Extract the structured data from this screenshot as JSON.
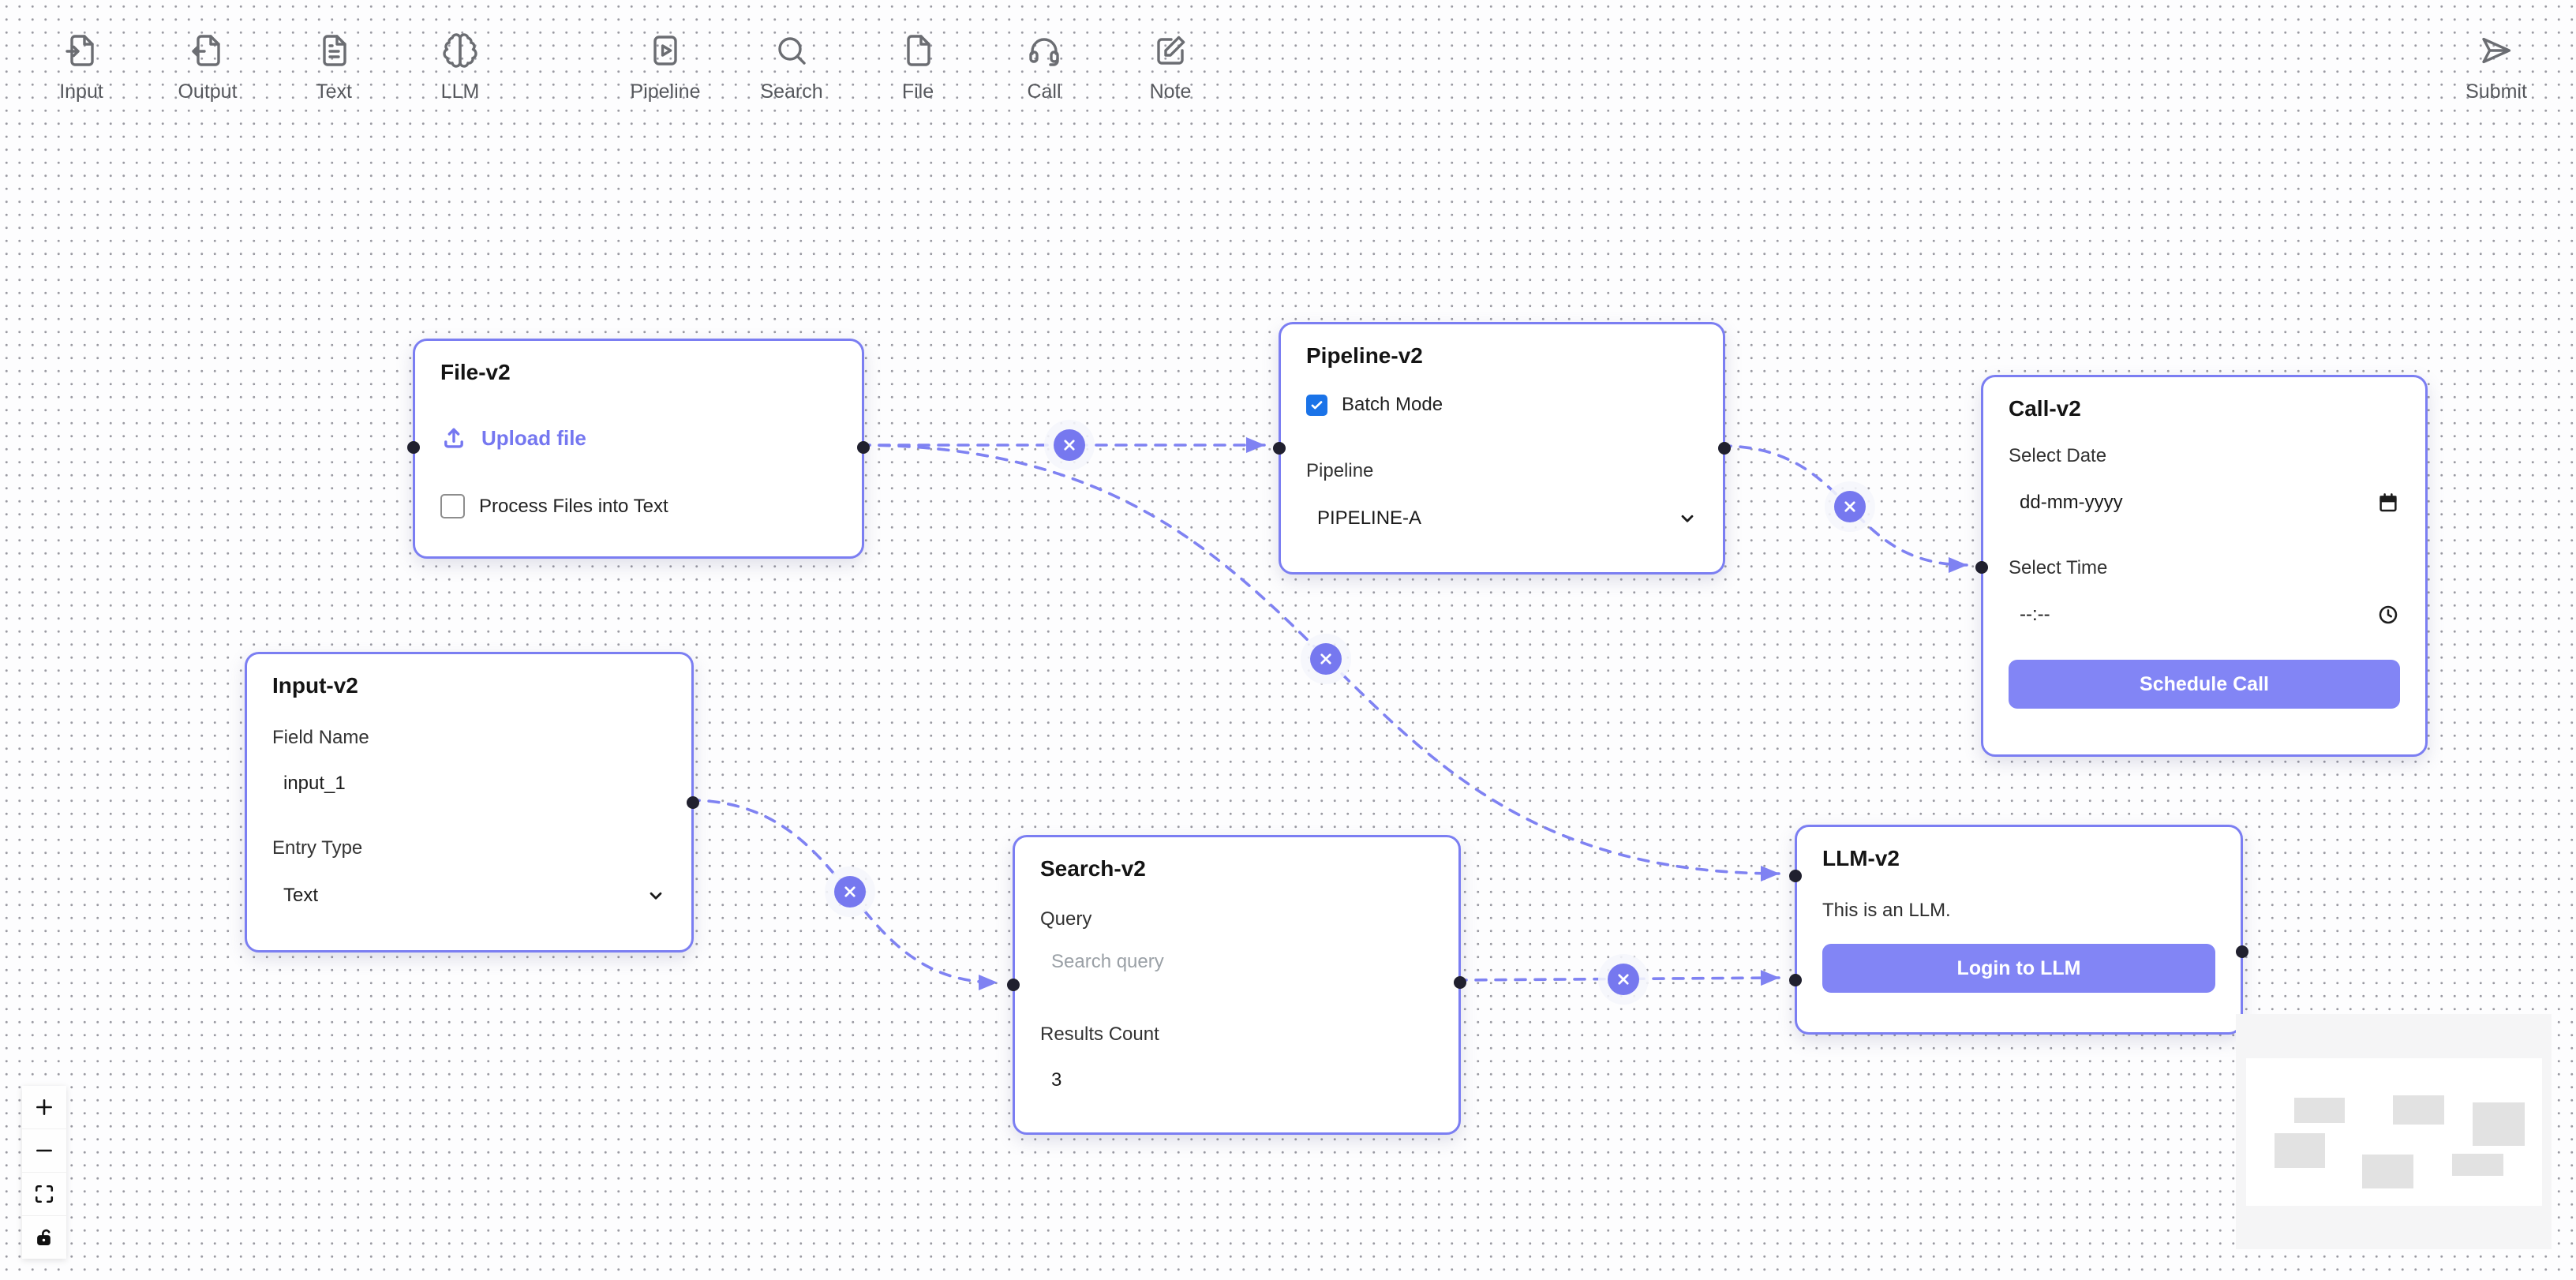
{
  "toolbar": {
    "items": [
      {
        "label": "Input",
        "icon": "file-input-icon"
      },
      {
        "label": "Output",
        "icon": "file-output-icon"
      },
      {
        "label": "Text",
        "icon": "file-text-icon"
      },
      {
        "label": "LLM",
        "icon": "brain-icon"
      },
      {
        "label": "Pipeline",
        "icon": "play-square-icon"
      },
      {
        "label": "Search",
        "icon": "magnifier-icon"
      },
      {
        "label": "File",
        "icon": "file-icon"
      },
      {
        "label": "Call",
        "icon": "headset-icon"
      },
      {
        "label": "Note",
        "icon": "note-edit-icon"
      }
    ],
    "submit_label": "Submit"
  },
  "nodes": {
    "file": {
      "title": "File-v2",
      "upload_label": "Upload file",
      "process_checkbox_label": "Process Files into Text",
      "process_checked": false
    },
    "pipeline": {
      "title": "Pipeline-v2",
      "batch_checkbox_label": "Batch Mode",
      "batch_checked": true,
      "pipeline_label": "Pipeline",
      "pipeline_value": "PIPELINE-A"
    },
    "call": {
      "title": "Call-v2",
      "date_label": "Select Date",
      "date_value": "dd-mm-yyyy",
      "time_label": "Select Time",
      "time_value": "--:--",
      "schedule_button_label": "Schedule Call"
    },
    "input": {
      "title": "Input-v2",
      "field_name_label": "Field Name",
      "field_name_value": "input_1",
      "entry_type_label": "Entry Type",
      "entry_type_value": "Text"
    },
    "search": {
      "title": "Search-v2",
      "query_label": "Query",
      "query_placeholder": "Search query",
      "results_count_label": "Results Count",
      "results_count_value": "3"
    },
    "llm": {
      "title": "LLM-v2",
      "description": "This is an LLM.",
      "login_button_label": "Login to LLM"
    }
  },
  "colors": {
    "accent": "#7b7ef2",
    "edge": "#7f82f2",
    "button": "#8285f5",
    "upload_link": "#7577f0",
    "checkbox_checked": "#1a73e8",
    "handle": "#20202e",
    "minimap_node": "#e2e2e2",
    "toolbar_icon": "#6b6d72"
  }
}
